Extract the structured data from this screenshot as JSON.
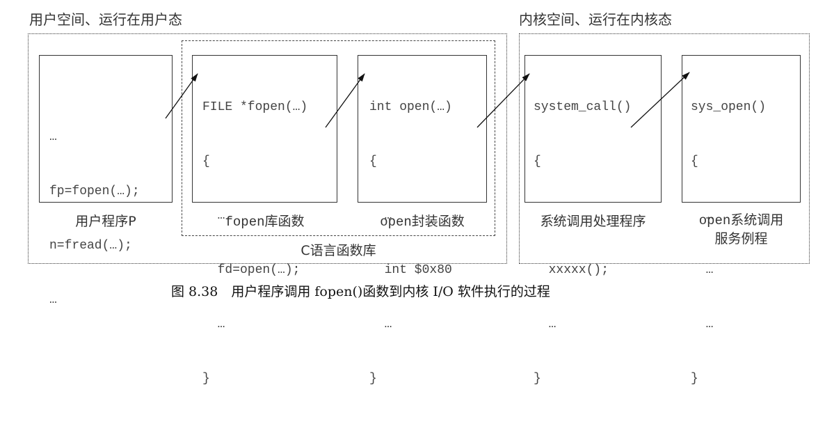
{
  "regions": {
    "user_space": {
      "title": "用户空间、运行在用户态"
    },
    "kernel_space": {
      "title": "内核空间、运行在内核态"
    }
  },
  "c_library": {
    "label": "C语言函数库"
  },
  "boxes": {
    "user_program": {
      "lines": [
        "…",
        "fp=fopen(…);",
        "n=fread(…);",
        "…"
      ],
      "caption": "用户程序P"
    },
    "fopen_lib": {
      "lines": [
        "FILE *fopen(…)",
        "{",
        "  …",
        "  fd=open(…);",
        "  …",
        "}"
      ],
      "caption_mono": "fopen",
      "caption_rest": "库函数"
    },
    "open_wrapper": {
      "lines": [
        "int open(…)",
        "{",
        "  …",
        "  int $0x80",
        "  …",
        "}"
      ],
      "caption_mono": "open",
      "caption_rest": "封装函数"
    },
    "syscall_handler": {
      "lines": [
        "system_call()",
        "{",
        "  …",
        "  xxxxx();",
        "  …",
        "}"
      ],
      "caption": "系统调用处理程序"
    },
    "sys_open": {
      "lines": [
        "sys_open()",
        "{",
        "  …",
        "  …",
        "  …",
        "}"
      ],
      "caption_line1_mono": "open",
      "caption_line1_rest": "系统调用",
      "caption_line2": "服务例程"
    }
  },
  "figure_caption": "图 8.38　用户程序调用 fopen()函数到内核 I/O 软件执行的过程"
}
